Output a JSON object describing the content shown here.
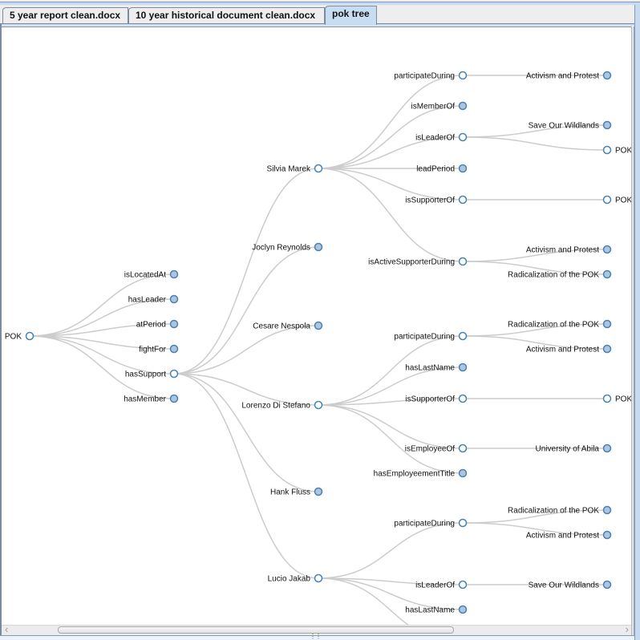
{
  "tabs": [
    {
      "label": "5 year report clean.docx",
      "selected": false
    },
    {
      "label": "10 year historical document clean.docx",
      "selected": false
    },
    {
      "label": "pok tree",
      "selected": true
    }
  ],
  "colors": {
    "node_stroke": "#4682b4",
    "node_collapsed_fill": "#b0c4de",
    "node_open_fill": "#ffffff",
    "link": "#cccccc",
    "tab_selected": "#c8ddf2"
  },
  "scrollbar": {
    "left_arrow": "‹",
    "right_arrow": "›"
  },
  "tree": {
    "name": "POK",
    "collapsed": false,
    "children": [
      {
        "name": "isLocatedAt",
        "collapsed": true
      },
      {
        "name": "hasLeader",
        "collapsed": true
      },
      {
        "name": "atPeriod",
        "collapsed": true
      },
      {
        "name": "fightFor",
        "collapsed": true
      },
      {
        "name": "hasSupport",
        "collapsed": false,
        "children": [
          {
            "name": "Silvia Marek",
            "collapsed": false,
            "children": [
              {
                "name": "participateDuring",
                "collapsed": false,
                "children": [
                  {
                    "name": "Activism and Protest",
                    "collapsed": true
                  }
                ]
              },
              {
                "name": "isMemberOf",
                "collapsed": true
              },
              {
                "name": "isLeaderOf",
                "collapsed": false,
                "children": [
                  {
                    "name": "Save Our Wildlands",
                    "collapsed": true
                  },
                  {
                    "name": "POK",
                    "collapsed": false
                  }
                ]
              },
              {
                "name": "leadPeriod",
                "collapsed": true
              },
              {
                "name": "isSupporterOf",
                "collapsed": false,
                "children": [
                  {
                    "name": "POK",
                    "collapsed": false
                  }
                ]
              },
              {
                "name": "isActiveSupporterDuring",
                "collapsed": false,
                "children": [
                  {
                    "name": "Activism and Protest",
                    "collapsed": true
                  },
                  {
                    "name": "Radicalization of the POK",
                    "collapsed": true
                  }
                ]
              }
            ]
          },
          {
            "name": "Joclyn Reynolds",
            "collapsed": true
          },
          {
            "name": "Cesare Nespola",
            "collapsed": true
          },
          {
            "name": "Lorenzo Di Stefano",
            "collapsed": false,
            "children": [
              {
                "name": "participateDuring",
                "collapsed": false,
                "children": [
                  {
                    "name": "Radicalization of the POK",
                    "collapsed": true
                  },
                  {
                    "name": "Activism and Protest",
                    "collapsed": true
                  }
                ]
              },
              {
                "name": "hasLastName",
                "collapsed": true
              },
              {
                "name": "isSupporterOf",
                "collapsed": false,
                "children": [
                  {
                    "name": "POK",
                    "collapsed": false
                  }
                ]
              },
              {
                "name": "isEmployeeOf",
                "collapsed": false,
                "children": [
                  {
                    "name": "University of Abila",
                    "collapsed": true
                  }
                ]
              },
              {
                "name": "hasEmployeementTitle",
                "collapsed": true
              }
            ]
          },
          {
            "name": "Hank Fluss",
            "collapsed": true
          },
          {
            "name": "Lucio Jakab",
            "collapsed": false,
            "children": [
              {
                "name": "participateDuring",
                "collapsed": false,
                "children": [
                  {
                    "name": "Radicalization of the POK",
                    "collapsed": true
                  },
                  {
                    "name": "Activism and Protest",
                    "collapsed": true
                  }
                ]
              },
              {
                "name": "isLeaderOf",
                "collapsed": false,
                "children": [
                  {
                    "name": "Save Our Wildlands",
                    "collapsed": true
                  }
                ]
              },
              {
                "name": "hasLastName",
                "collapsed": true
              }
            ]
          }
        ]
      },
      {
        "name": "hasMember",
        "collapsed": true
      }
    ]
  }
}
